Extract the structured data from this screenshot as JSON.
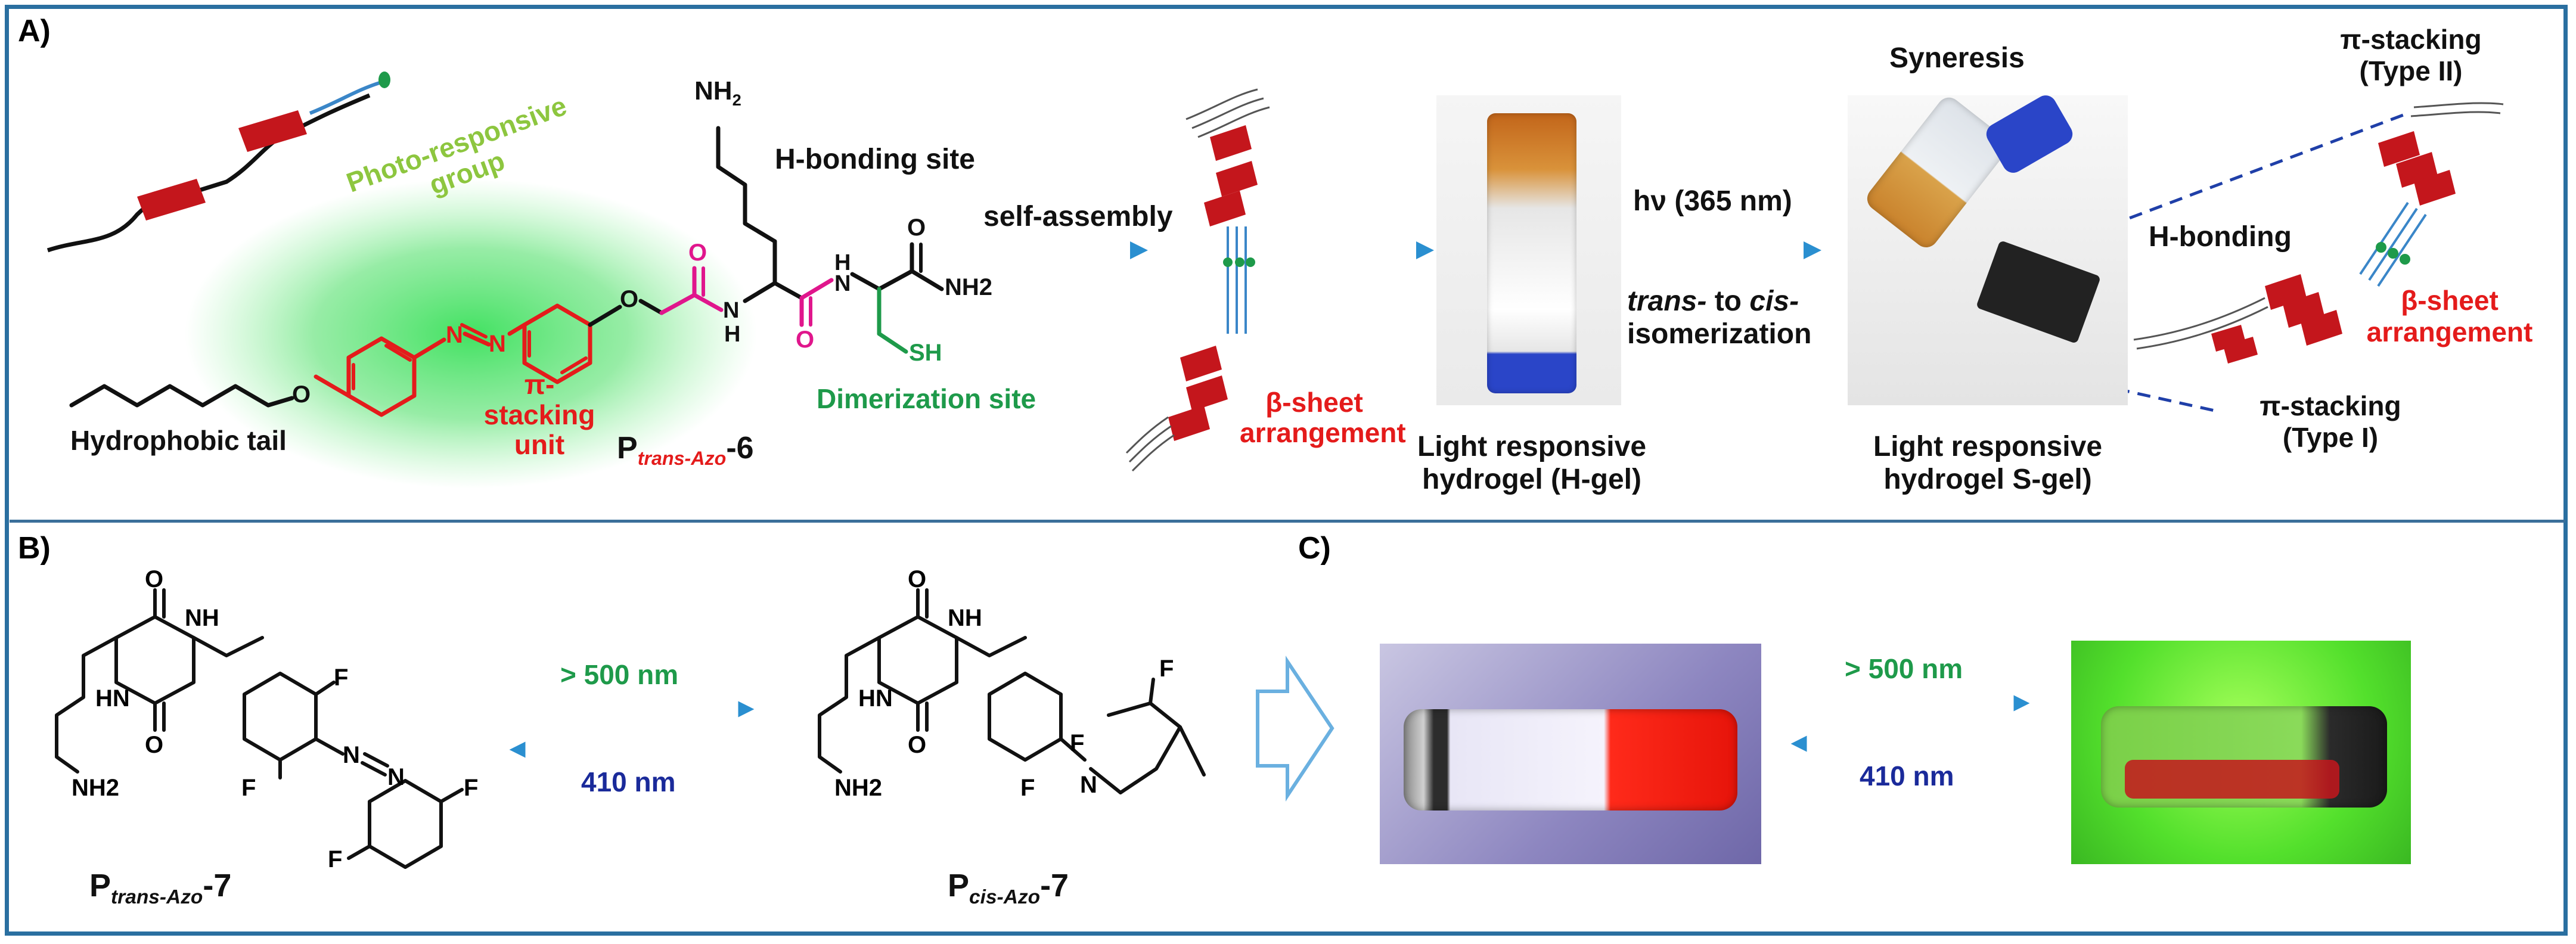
{
  "panels": {
    "a": "A)",
    "b": "B)",
    "c": "C)"
  },
  "molecule6": {
    "amine": "NH",
    "amine_sub": "2",
    "hbonding": "H-bonding site",
    "photo": "Photo-responsive group",
    "pistack": "π-stacking unit",
    "tail": "Hydrophobic tail",
    "dimer": "Dimerization site",
    "name_p": "P",
    "name_sub": "trans-Azo",
    "name_num": "-6",
    "atoms": {
      "o": "O",
      "n": "N",
      "h": "H",
      "nh": "NH",
      "nh2": "NH2",
      "sh": "SH"
    }
  },
  "assembly": {
    "self": "self-assembly",
    "beta": "β-sheet arrangement"
  },
  "hgel": {
    "label": "Light responsive hydrogel (H-gel)",
    "hv": "hν (365 nm)",
    "iso1": "trans-",
    "iso2": " to ",
    "iso3": "cis-",
    "iso4": "isomerization"
  },
  "sgel": {
    "syneresis": "Syneresis",
    "label": "Light responsive hydrogel S-gel)"
  },
  "stacking": {
    "type2": "π-stacking (Type II)",
    "hbond": "H-bonding",
    "beta": "β-sheet arrangement",
    "type1": "π-stacking (Type I)"
  },
  "panelB": {
    "fwd": "> 500 nm",
    "rev": "410 nm",
    "trans_p": "P",
    "trans_sub": "trans-Azo",
    "trans_num": "-7",
    "cis_p": "P",
    "cis_sub": "cis-Azo",
    "cis_num": "-7",
    "atoms": {
      "o": "O",
      "nh": "NH",
      "hn": "HN",
      "nh2": "NH2",
      "f": "F",
      "n": "N"
    }
  },
  "panelC": {
    "fwd": "> 500 nm",
    "rev": "410 nm"
  },
  "colors": {
    "frame": "#2a6fa0",
    "red": "#e41b1b",
    "magenta": "#e0168c",
    "green": "#1e9a4a",
    "lightgreen": "#8dc63f",
    "arrowblue": "#2a8fd0",
    "navy": "#1a2a9a",
    "sheet": "#c4161c"
  }
}
